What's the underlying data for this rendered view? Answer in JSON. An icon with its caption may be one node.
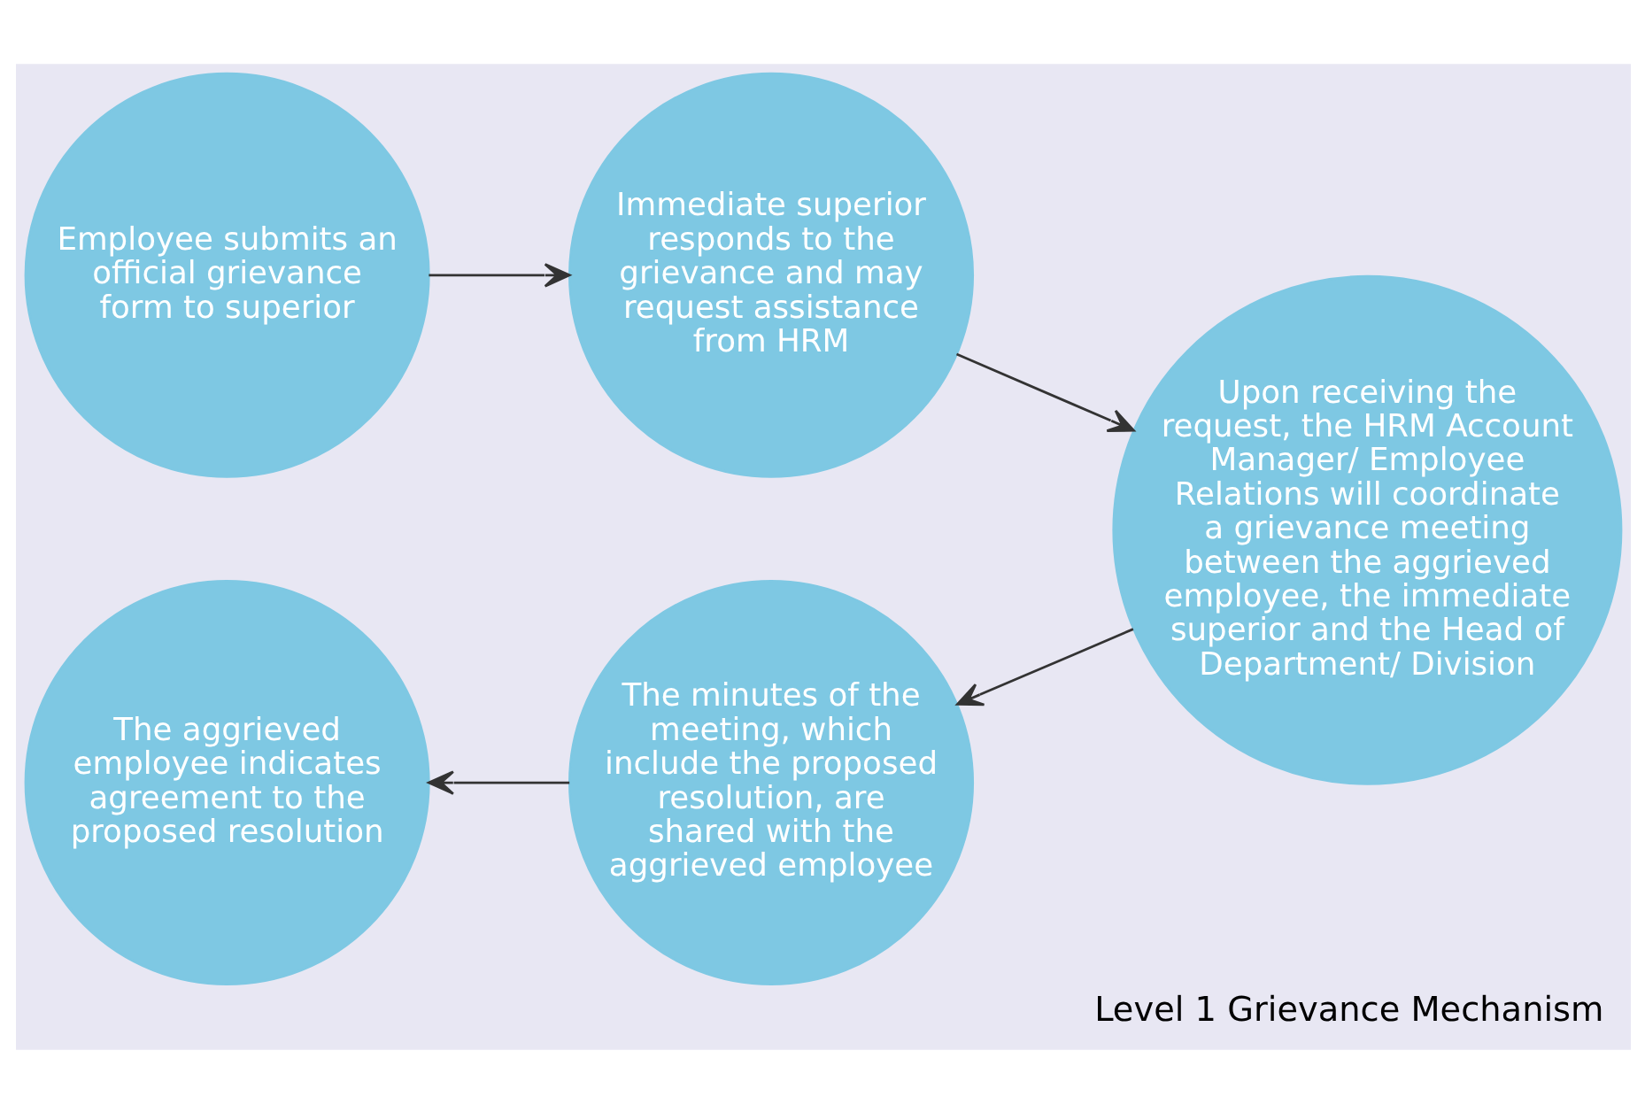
{
  "diagram": {
    "caption": "Level 1 Grievance Mechanism",
    "nodes": [
      {
        "text": [
          "Employee submits an official grievance form to superior"
        ]
      },
      {
        "text": [
          "Immediate superior responds to the grievance and may request assistance from HRM"
        ]
      },
      {
        "text": [
          "Upon receiving the request, the HRM Account Manager/ Employee Relations will coordinate a grievance meeting between the aggrieved employee, the immediate superior and the Head of Department/ Division"
        ]
      },
      {
        "text": [
          "The minutes of the meeting, which include the proposed resolution, are shared with the aggrieved employee"
        ]
      },
      {
        "text": [
          "The aggrieved employee indicates agreement to the proposed resolution"
        ]
      }
    ],
    "edges": [
      {
        "from": 0,
        "to": 1,
        "arrow": "to"
      },
      {
        "from": 1,
        "to": 2,
        "arrow": "to"
      },
      {
        "from": 2,
        "to": 3,
        "arrow": "to"
      },
      {
        "from": 3,
        "to": 4,
        "arrow": "to"
      }
    ]
  }
}
